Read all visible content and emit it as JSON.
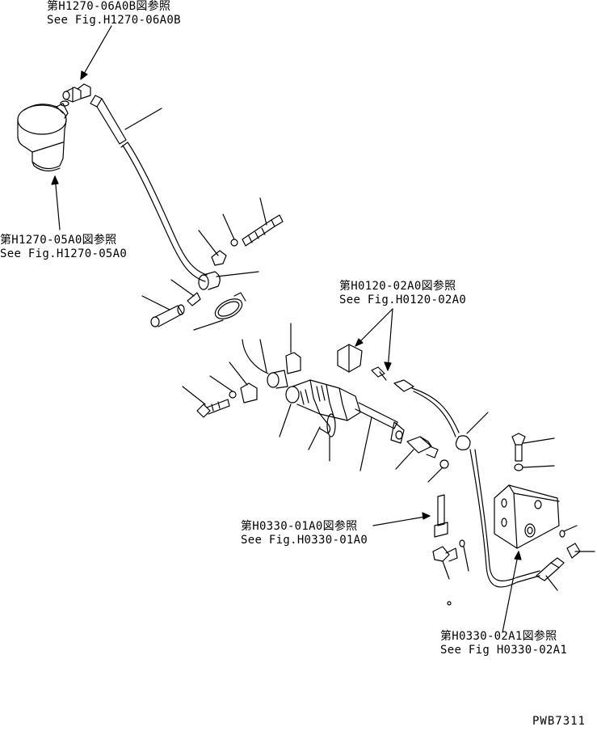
{
  "references": {
    "fig_h1270_06a0b": {
      "jp": "第H1270-06A0B図参照",
      "en": "See Fig.H1270-06A0B"
    },
    "fig_h1270_05a0": {
      "jp": "第H1270-05A0図参照",
      "en": "See Fig.H1270-05A0"
    },
    "fig_h0120_02a0": {
      "jp": "第H0120-02A0図参照",
      "en": "See Fig.H0120-02A0"
    },
    "fig_h0330_01a0": {
      "jp": "第H0330-01A0図参照",
      "en": "See Fig.H0330-01A0"
    },
    "fig_h0330_02a1": {
      "jp": "第H0330-02A1図参照",
      "en": "See Fig H0330-02A1"
    }
  },
  "drawing_id": "PWB7311"
}
